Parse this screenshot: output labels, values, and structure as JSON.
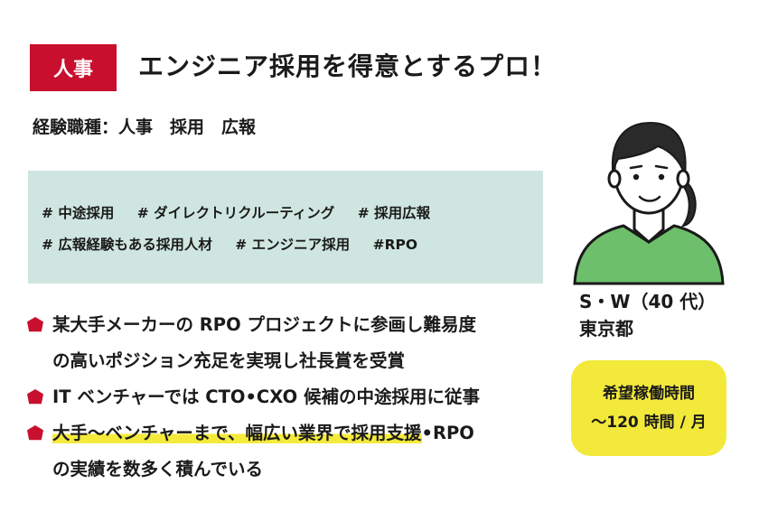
{
  "tag": "人事",
  "headline": "エンジニア採用を得意とするプロ！",
  "experience": "経験職種：人事　採用　広報",
  "hashtags": {
    "row1": [
      "# 中途採用",
      "# ダイレクトリクルーティング",
      "# 採用広報"
    ],
    "row2": [
      "# 広報経験もある採用人材",
      "# エンジニア採用",
      "#RPO"
    ]
  },
  "bullets": [
    {
      "lines": [
        "某大手メーカーの RPO プロジェクトに参画し難易度",
        "の高いポジション充足を実現し社長賞を受賞"
      ]
    },
    {
      "lines": [
        "IT ベンチャーでは CTO•CXO 候補の中途採用に従事"
      ]
    },
    {
      "highlight": "大手～ベンチャーまで、幅広い業界で採用支援",
      "rest": "•RPO",
      "line2": "の実績を数多く積んでいる"
    }
  ],
  "persona": {
    "name": "S・W（40 代）",
    "location": "東京都"
  },
  "hours": {
    "label": "希望稼働時間",
    "value": "～120 時間 / 月"
  },
  "colors": {
    "accent_red": "#c8102e",
    "hashtag_bg": "#cfe6e0",
    "highlight_yellow": "#f2e93b",
    "shirt_green": "#6dbf6b"
  }
}
